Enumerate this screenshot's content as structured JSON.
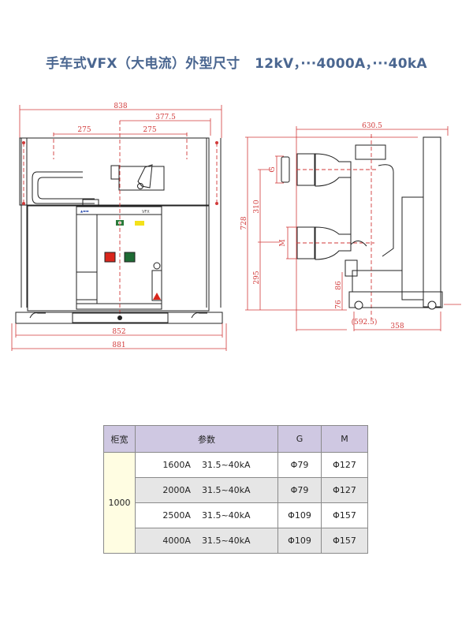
{
  "title": "手车式VFX（大电流）外型尺寸   12kV，···4000A，···40kA",
  "front_view": {
    "dims": {
      "overall_top": "838",
      "offset": "377.5",
      "left_span": "275",
      "right_span": "275",
      "base_inner": "852",
      "base_outer": "881"
    },
    "panel_label": "VFX"
  },
  "side_view": {
    "dims": {
      "depth": "630.5",
      "height": "728",
      "upper_gap": "310",
      "lower_height": "295",
      "h86": "86",
      "h76": "76",
      "wheelbase": "358",
      "rail": "(592.5)",
      "g_label": "G",
      "m_label": "M"
    }
  },
  "table": {
    "headers": [
      "柜宽",
      "参数",
      "G",
      "M"
    ],
    "cabinet_width": "1000",
    "rows": [
      {
        "current": "1600A",
        "breaking": "31.5~40kA",
        "g": "Φ79",
        "m": "Φ127"
      },
      {
        "current": "2000A",
        "breaking": "31.5~40kA",
        "g": "Φ79",
        "m": "Φ127"
      },
      {
        "current": "2500A",
        "breaking": "31.5~40kA",
        "g": "Φ109",
        "m": "Φ157"
      },
      {
        "current": "4000A",
        "breaking": "31.5~40kA",
        "g": "Φ109",
        "m": "Φ157"
      }
    ]
  }
}
